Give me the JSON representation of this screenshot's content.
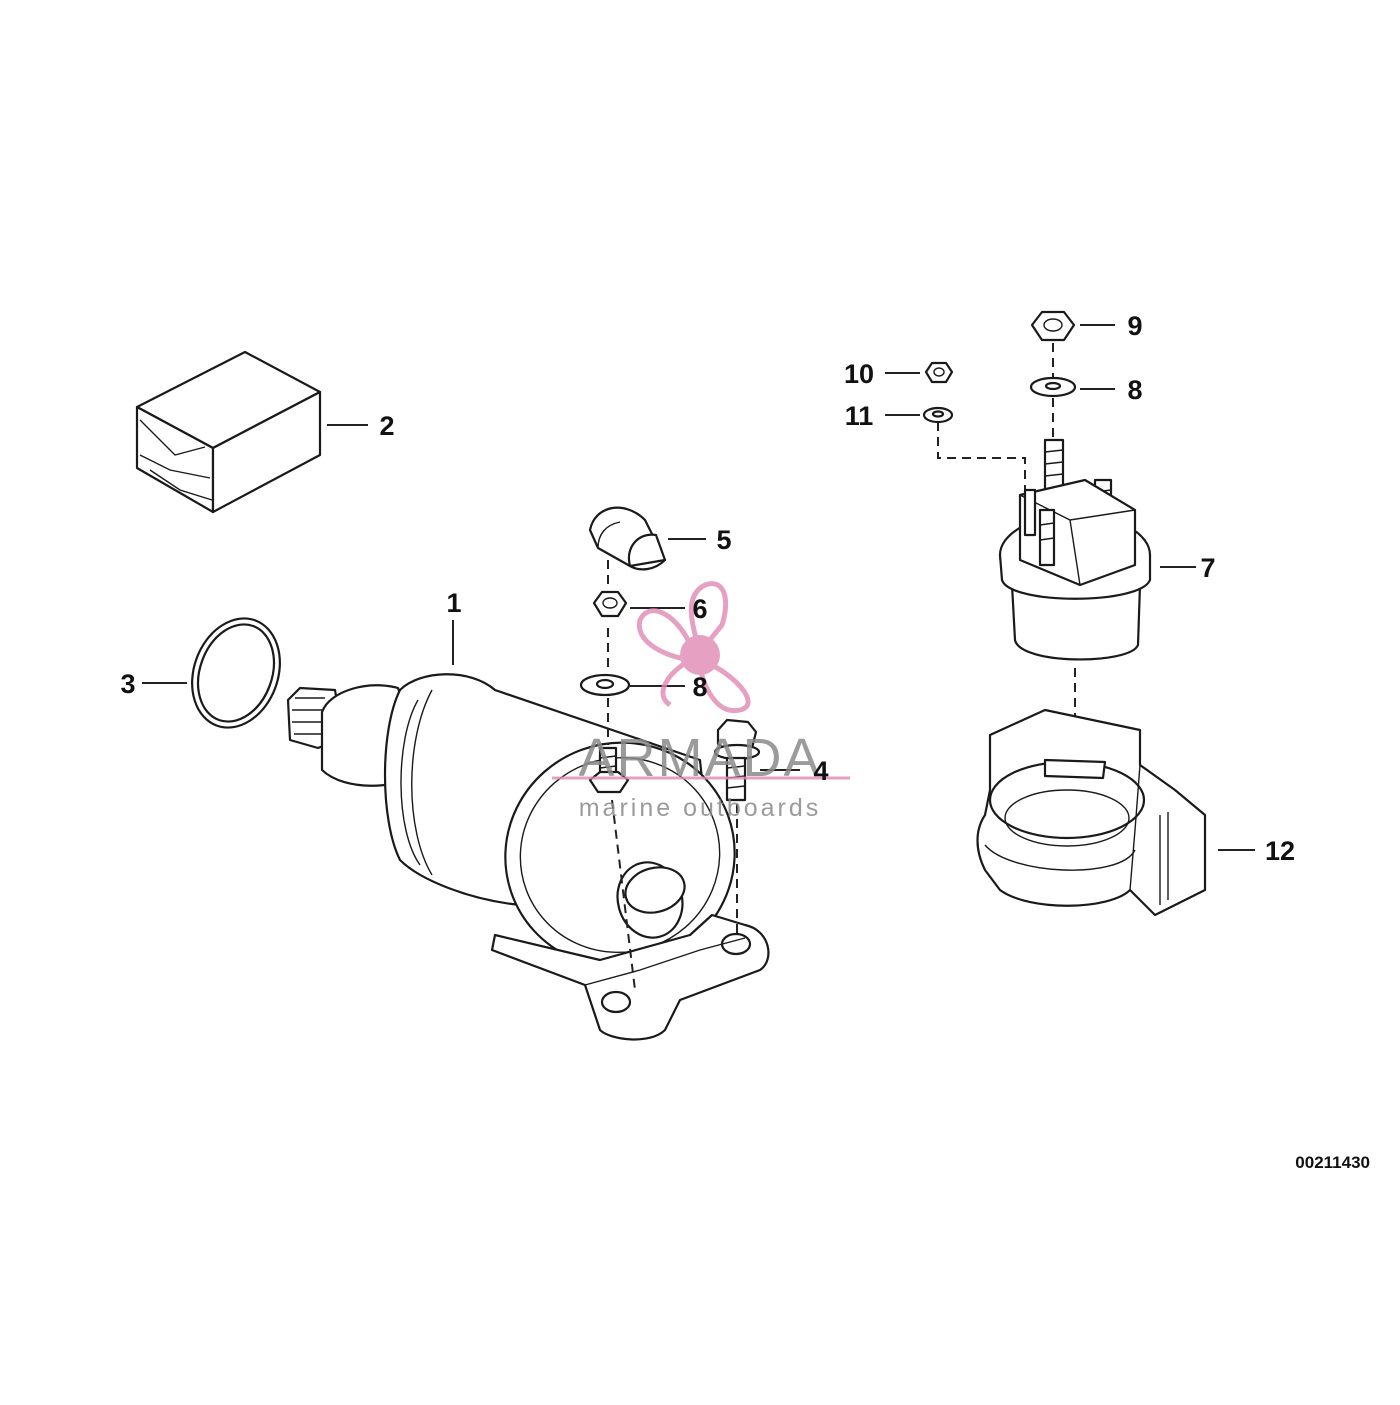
{
  "callouts": {
    "starter_motor": "1",
    "repair_kit_box": "2",
    "o_ring": "3",
    "bolt": "4",
    "cap": "5",
    "hex_nut_6": "6",
    "washer_8_starter": "8",
    "relay": "7",
    "washer_8_relay": "8",
    "hex_nut_9": "9",
    "hex_nut_10": "10",
    "washer_11": "11",
    "relay_holder": "12"
  },
  "document_number": "00211430",
  "watermark": {
    "brand": "ARMADA",
    "tagline": "marine outboards",
    "accent_color": "#e08ab4",
    "text_color": "#8a8a8a",
    "logo_icon": "propeller-icon"
  },
  "colors": {
    "line": "#1a1a1a",
    "background": "#ffffff"
  }
}
